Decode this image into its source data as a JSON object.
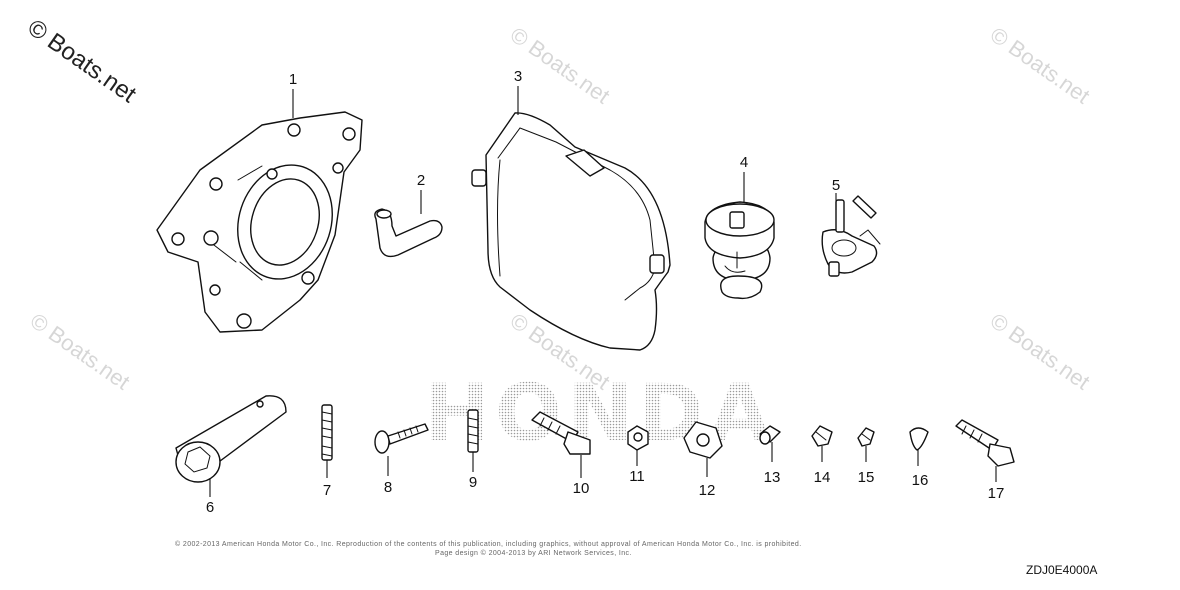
{
  "watermark": "© Boats.net",
  "brand_background": "HONDA",
  "parts": [
    {
      "number": "1"
    },
    {
      "number": "2"
    },
    {
      "number": "3"
    },
    {
      "number": "4"
    },
    {
      "number": "5"
    },
    {
      "number": "6"
    },
    {
      "number": "7"
    },
    {
      "number": "8"
    },
    {
      "number": "9"
    },
    {
      "number": "10"
    },
    {
      "number": "11"
    },
    {
      "number": "12"
    },
    {
      "number": "13"
    },
    {
      "number": "14"
    },
    {
      "number": "15"
    },
    {
      "number": "16"
    },
    {
      "number": "17"
    }
  ],
  "copyright_line1": "© 2002-2013 American Honda Motor Co., Inc. Reproduction of the contents of this publication, including graphics, without approval of American Honda Motor Co., Inc. is prohibited.",
  "copyright_line2": "Page design © 2004-2013 by ARI Network Services, Inc.",
  "drawing_code": "ZDJ0E4000A",
  "colors": {
    "ink": "#111111",
    "watermark": "#d6d6d6",
    "brand_dots": "#9a9a9a"
  }
}
